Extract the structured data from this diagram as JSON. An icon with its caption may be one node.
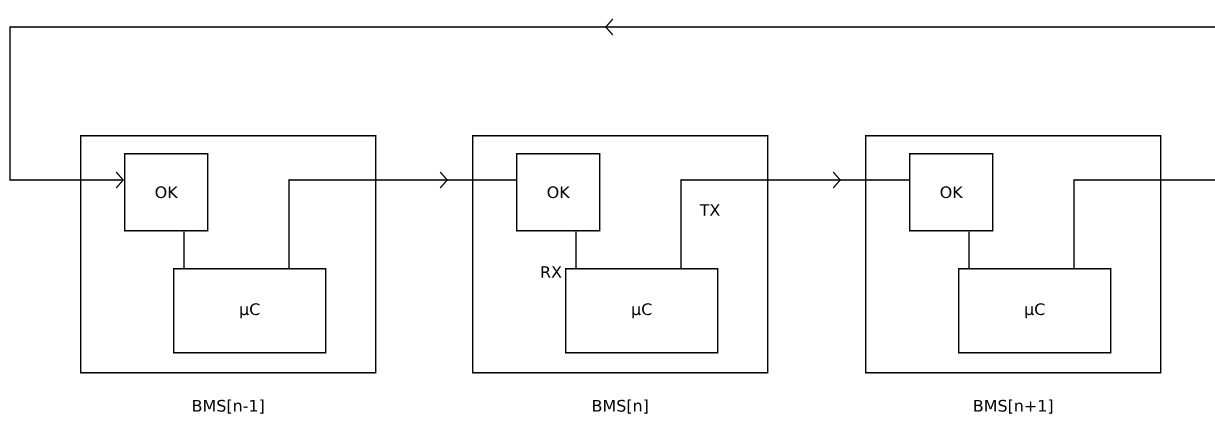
{
  "diagram": {
    "nodes": [
      {
        "text": [],
        "shape": "box",
        "beside": [
          "BMS[n-1]"
        ]
      },
      {
        "text": [
          "OK"
        ],
        "in": 0
      },
      {
        "text": [
          "µC"
        ],
        "in": 0
      },
      {
        "text": [],
        "shape": "box",
        "beside": [
          "BMS[n]"
        ]
      },
      {
        "text": [
          "OK"
        ],
        "in": 3
      },
      {
        "text": [
          "µC"
        ],
        "in": 3
      },
      {
        "text": [],
        "shape": "box",
        "beside": [
          "BMS[n+1]"
        ]
      },
      {
        "text": [
          "OK"
        ],
        "in": 6
      },
      {
        "text": [
          "µC"
        ],
        "in": 6
      }
    ],
    "edges": [
      {
        "from": null,
        "to": 1,
        "arrow": "to"
      },
      {
        "from": 1,
        "to": 2,
        "arrow": "none"
      },
      {
        "from": 2,
        "to": 4,
        "arrow": "to"
      },
      {
        "from": 4,
        "to": 5,
        "arrow": "none"
      },
      {
        "from": 5,
        "to": 7,
        "arrow": "to"
      },
      {
        "from": 7,
        "to": 8,
        "arrow": "none"
      },
      {
        "from": 8,
        "to": null,
        "arrow": "none"
      }
    ],
    "labels": [
      "RX",
      "TX"
    ]
  }
}
